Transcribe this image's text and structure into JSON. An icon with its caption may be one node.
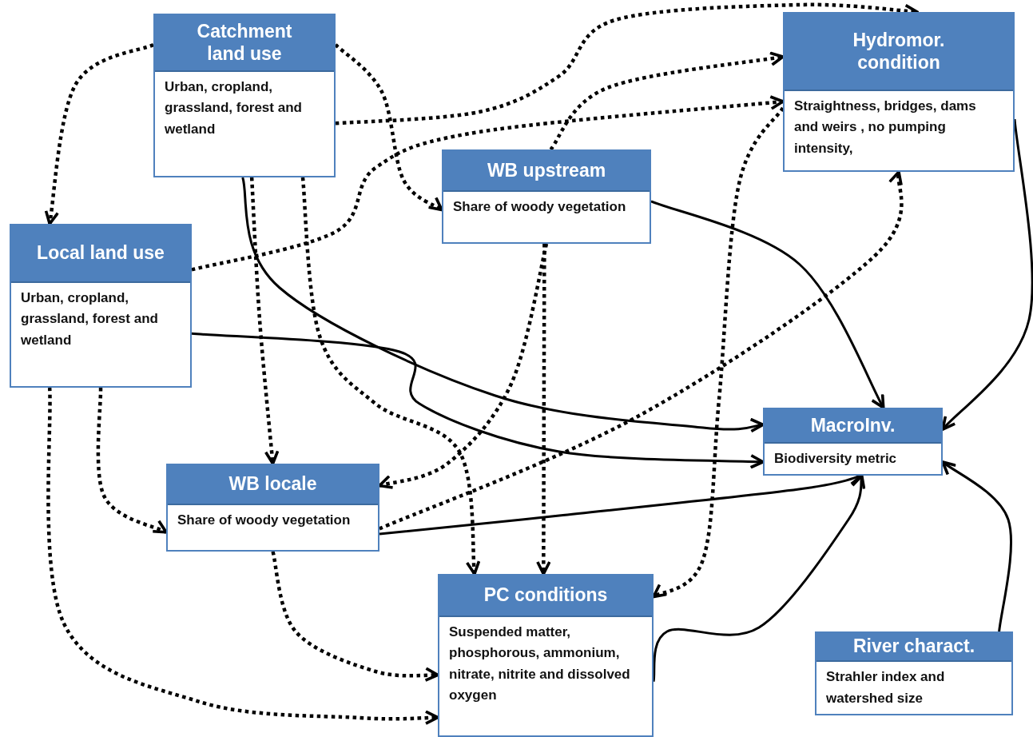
{
  "diagram": {
    "nodes": [
      {
        "text": [
          "Catchment land use",
          "Urban, cropland, grassland, forest and wetland"
        ]
      },
      {
        "text": [
          "Hydromor. condition",
          "Straightness, bridges, dams and weirs , no pumping intensity,"
        ]
      },
      {
        "text": [
          "WB upstream",
          "Share of woody vegetation"
        ]
      },
      {
        "text": [
          "Local land use",
          "Urban, cropland, grassland, forest and wetland"
        ]
      },
      {
        "text": [
          "MacroInv.",
          "Biodiversity metric"
        ]
      },
      {
        "text": [
          "WB locale",
          "Share of woody vegetation"
        ]
      },
      {
        "text": [
          "PC conditions",
          "Suspended matter, phosphorous, ammonium, nitrate, nitrite and dissolved oxygen"
        ]
      },
      {
        "text": [
          "River charact.",
          "Strahler index and watershed size"
        ]
      }
    ],
    "edges": [
      {
        "from": 0,
        "to": 3,
        "arrow": "to",
        "style": "dashed"
      },
      {
        "from": 0,
        "to": 2,
        "arrow": "to",
        "style": "dashed"
      },
      {
        "from": 0,
        "to": 1,
        "arrow": "to",
        "style": "dashed"
      },
      {
        "from": 3,
        "to": 1,
        "arrow": "to",
        "style": "dashed"
      },
      {
        "from": 2,
        "to": 1,
        "arrow": "to",
        "style": "dashed"
      },
      {
        "from": 0,
        "to": 4,
        "arrow": "to"
      },
      {
        "from": 3,
        "to": 4,
        "arrow": "to"
      },
      {
        "from": 0,
        "to": 5,
        "arrow": "to",
        "style": "dashed"
      },
      {
        "from": 0,
        "to": 6,
        "arrow": "to",
        "style": "dashed"
      },
      {
        "from": 2,
        "to": 4,
        "arrow": "to"
      },
      {
        "from": 1,
        "to": 4,
        "arrow": "to"
      },
      {
        "from": 1,
        "to": 6,
        "arrow": "to",
        "style": "dashed"
      },
      {
        "from": 5,
        "to": 1,
        "arrow": "to",
        "style": "dashed"
      },
      {
        "from": 2,
        "to": 5,
        "arrow": "to",
        "style": "dashed"
      },
      {
        "from": 2,
        "to": 6,
        "arrow": "to",
        "style": "dashed"
      },
      {
        "from": 3,
        "to": 6,
        "arrow": "to",
        "style": "dashed"
      },
      {
        "from": 3,
        "to": 5,
        "arrow": "to",
        "style": "dashed"
      },
      {
        "from": 5,
        "to": 6,
        "arrow": "to",
        "style": "dashed"
      },
      {
        "from": 5,
        "to": 4,
        "arrow": "to"
      },
      {
        "from": 6,
        "to": 4,
        "arrow": "to"
      },
      {
        "from": 7,
        "to": 4,
        "arrow": "to"
      }
    ]
  }
}
